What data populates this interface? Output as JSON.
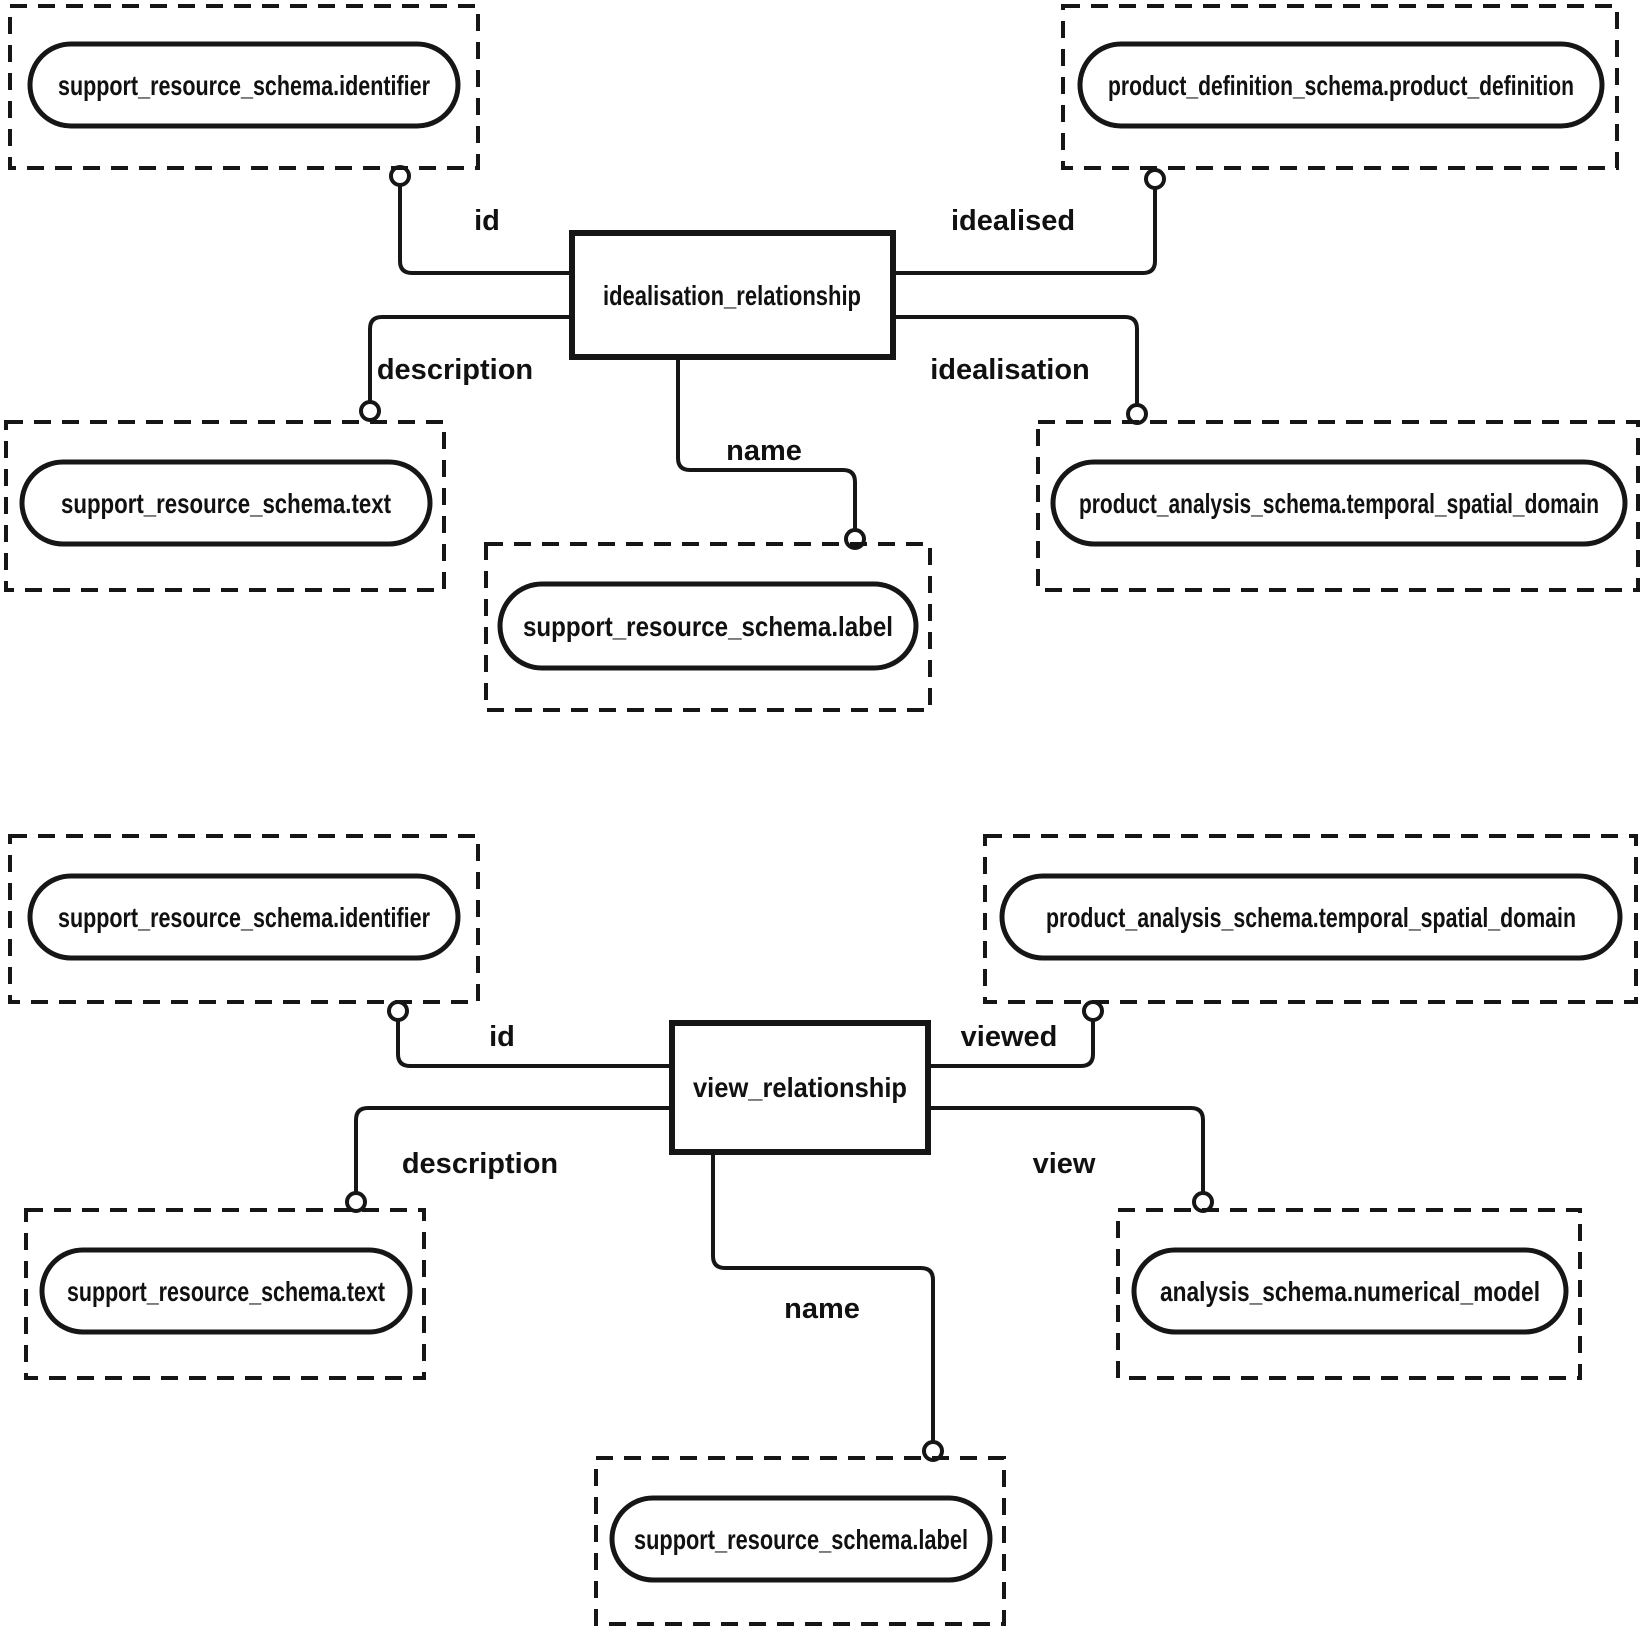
{
  "colors": {
    "ink": "#161616",
    "paper": "#ffffff"
  },
  "top_diagram": {
    "entity_label": "idealisation_relationship",
    "nodes": {
      "identifier": "support_resource_schema.identifier",
      "product_definition": "product_definition_schema.product_definition",
      "text": "support_resource_schema.text",
      "temporal_spatial_domain": "product_analysis_schema.temporal_spatial_domain",
      "label": "support_resource_schema.label"
    },
    "attributes": {
      "id": "id",
      "idealised": "idealised",
      "description": "description",
      "idealisation": "idealisation",
      "name": "name"
    }
  },
  "bottom_diagram": {
    "entity_label": "view_relationship",
    "nodes": {
      "identifier": "support_resource_schema.identifier",
      "temporal_spatial_domain": "product_analysis_schema.temporal_spatial_domain",
      "text": "support_resource_schema.text",
      "numerical_model": "analysis_schema.numerical_model",
      "label": "support_resource_schema.label"
    },
    "attributes": {
      "id": "id",
      "viewed": "viewed",
      "description": "description",
      "view": "view",
      "name": "name"
    }
  }
}
